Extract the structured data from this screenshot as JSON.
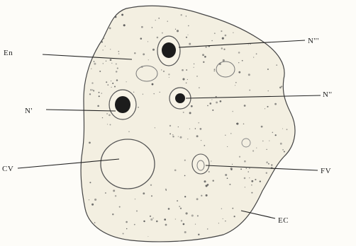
{
  "labels": {
    "en": "En",
    "n_triple": "N'''",
    "n_prime": "N'",
    "n_double": "N''",
    "cv": "CV",
    "fv": "FV",
    "ec": "EC"
  },
  "colors": {
    "cell_fill": "#f3efe1",
    "outline": "#444444",
    "nucleus": "#1c1c1c",
    "granule": "#555555"
  }
}
